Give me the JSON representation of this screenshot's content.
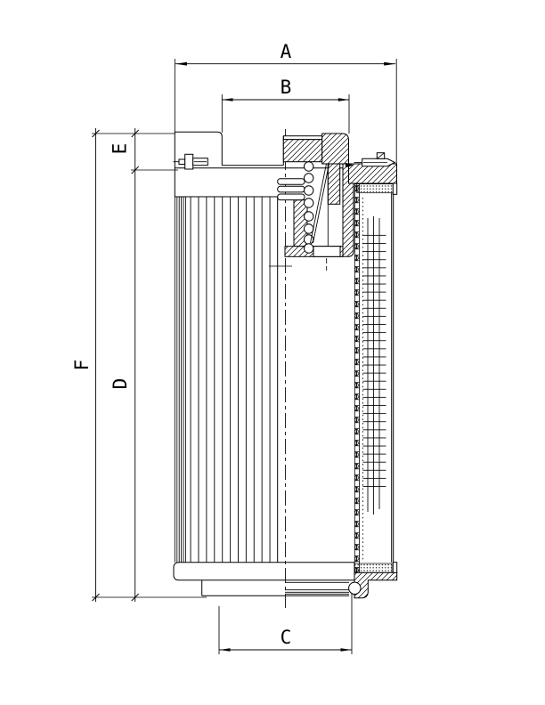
{
  "page": {
    "background": "#ffffff",
    "line_color": "#000000",
    "type_hint": "filter element cross-section drawing"
  },
  "dimension_labels": {
    "a": "A",
    "b": "B",
    "c": "C",
    "d": "D",
    "e": "E",
    "f": "F"
  }
}
